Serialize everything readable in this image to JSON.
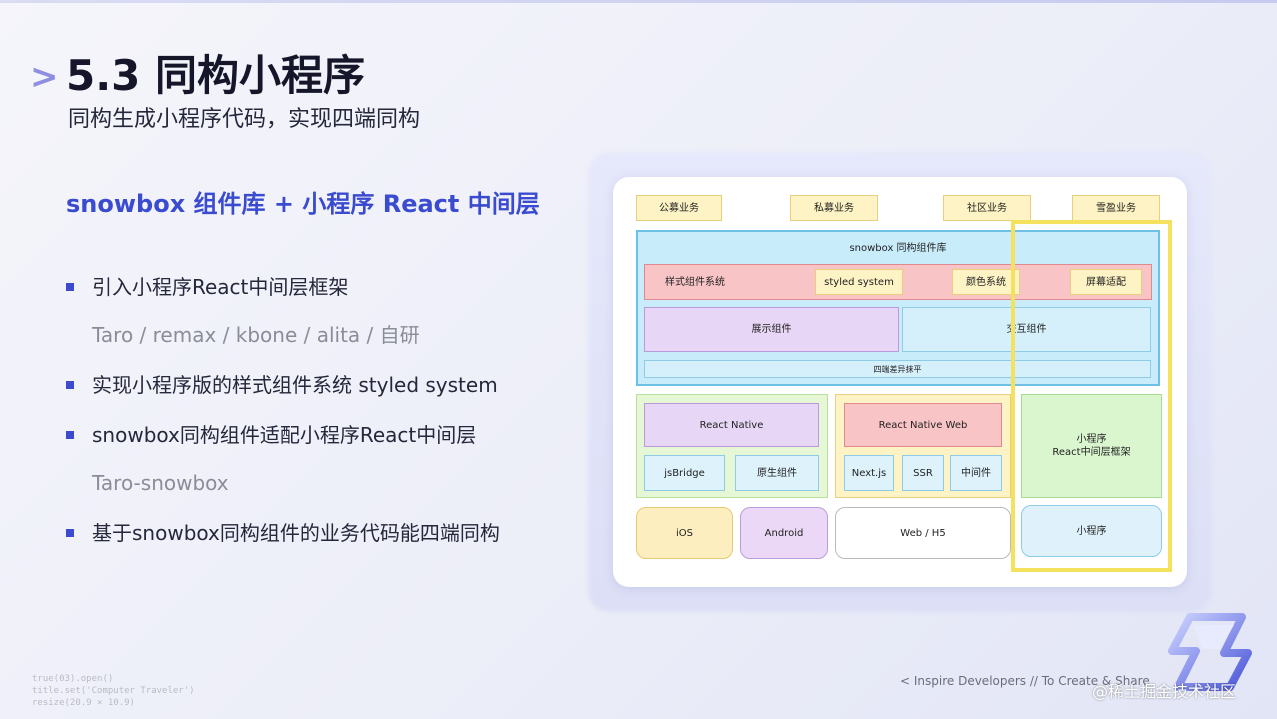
{
  "slide": {
    "chevron": ">",
    "title": "5.3 同构小程序",
    "subtitle": "同构生成小程序代码，实现四端同构",
    "section_heading": "snowbox 组件库 + 小程序 React 中间层",
    "bullets": [
      "引入小程序React中间层框架",
      "实现小程序版的样式组件系统 styled system",
      "snowbox同构组件适配小程序React中间层",
      "基于snowbox同构组件的业务代码能四端同构"
    ],
    "subitems": [
      "Taro / remax / kbone / alita / 自研",
      "Taro-snowbox"
    ]
  },
  "diagram": {
    "business": [
      "公募业务",
      "私募业务",
      "社区业务",
      "雪盈业务"
    ],
    "library_title": "snowbox 同构组件库",
    "style_system": "样式组件系统",
    "styled_system": "styled system",
    "color_system": "颜色系统",
    "screen_adapt": "屏幕适配",
    "display_components": "展示组件",
    "interaction_components": "交互组件",
    "flatten": "四端差异抹平",
    "react_native": "React Native",
    "jsbridge": "jsBridge",
    "native_components": "原生组件",
    "react_native_web": "React Native Web",
    "nextjs": "Next.js",
    "ssr": "SSR",
    "middleware": "中间件",
    "mp_framework": "小程序\nReact中间层框架",
    "ios": "iOS",
    "android": "Android",
    "web": "Web / H5",
    "miniprogram": "小程序"
  },
  "footer": {
    "code_lines": [
      "true(03).open()",
      "title.set('Computer Traveler')",
      "resize(20.9 × 10.9)"
    ],
    "tagline": "< Inspire Developers  //  To Create & Share",
    "watermark": "@稀土掘金技术社区"
  },
  "colors": {
    "accent": "#3a4bd0",
    "highlight": "#f4e25f"
  }
}
